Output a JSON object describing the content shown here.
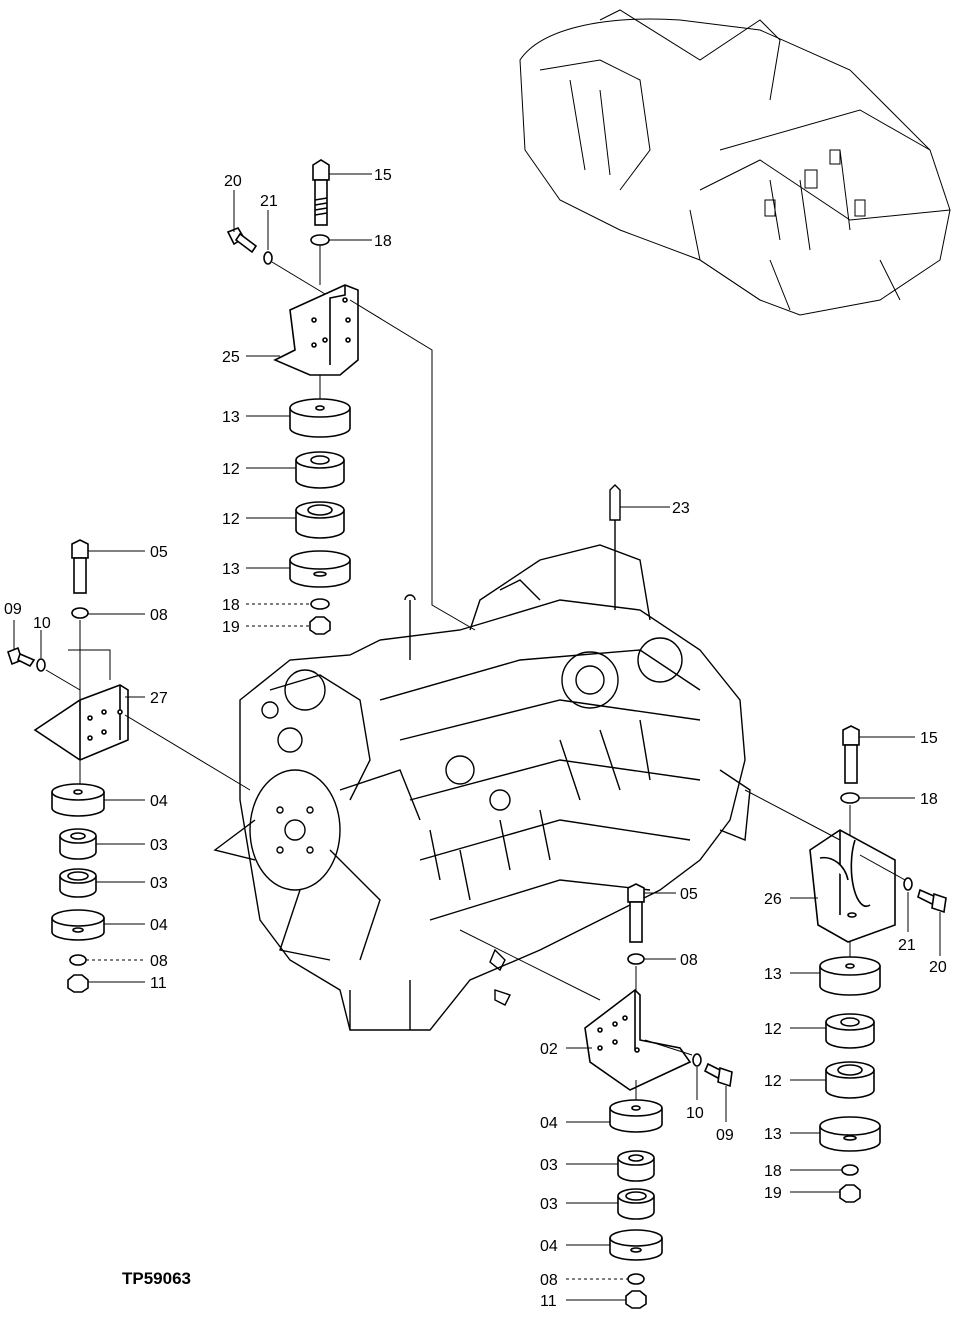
{
  "drawing_code": "TP59063",
  "callouts": {
    "c15_top": "15",
    "c18_top": "18",
    "c20_top": "20",
    "c21_top": "21",
    "c25": "25",
    "c13_a": "13",
    "c12_a": "12",
    "c12_b": "12",
    "c13_b": "13",
    "c18_mid": "18",
    "c19_mid": "19",
    "c23": "23",
    "c05_l": "05",
    "c08_l": "08",
    "c09_l": "09",
    "c10_l": "10",
    "c27": "27",
    "c04_l1": "04",
    "c03_l1": "03",
    "c03_l2": "03",
    "c04_l2": "04",
    "c08_l2": "08",
    "c11_l": "11",
    "c15_r": "15",
    "c18_r": "18",
    "c26": "26",
    "c21_r": "21",
    "c20_r": "20",
    "c13_r1": "13",
    "c12_r1": "12",
    "c12_r2": "12",
    "c13_r2": "13",
    "c18_r2": "18",
    "c19_r": "19",
    "c05_b": "05",
    "c08_b": "08",
    "c02": "02",
    "c10_b": "10",
    "c09_b": "09",
    "c04_b1": "04",
    "c03_b1": "03",
    "c03_b2": "03",
    "c04_b2": "04",
    "c08_b2": "08",
    "c11_b": "11"
  }
}
